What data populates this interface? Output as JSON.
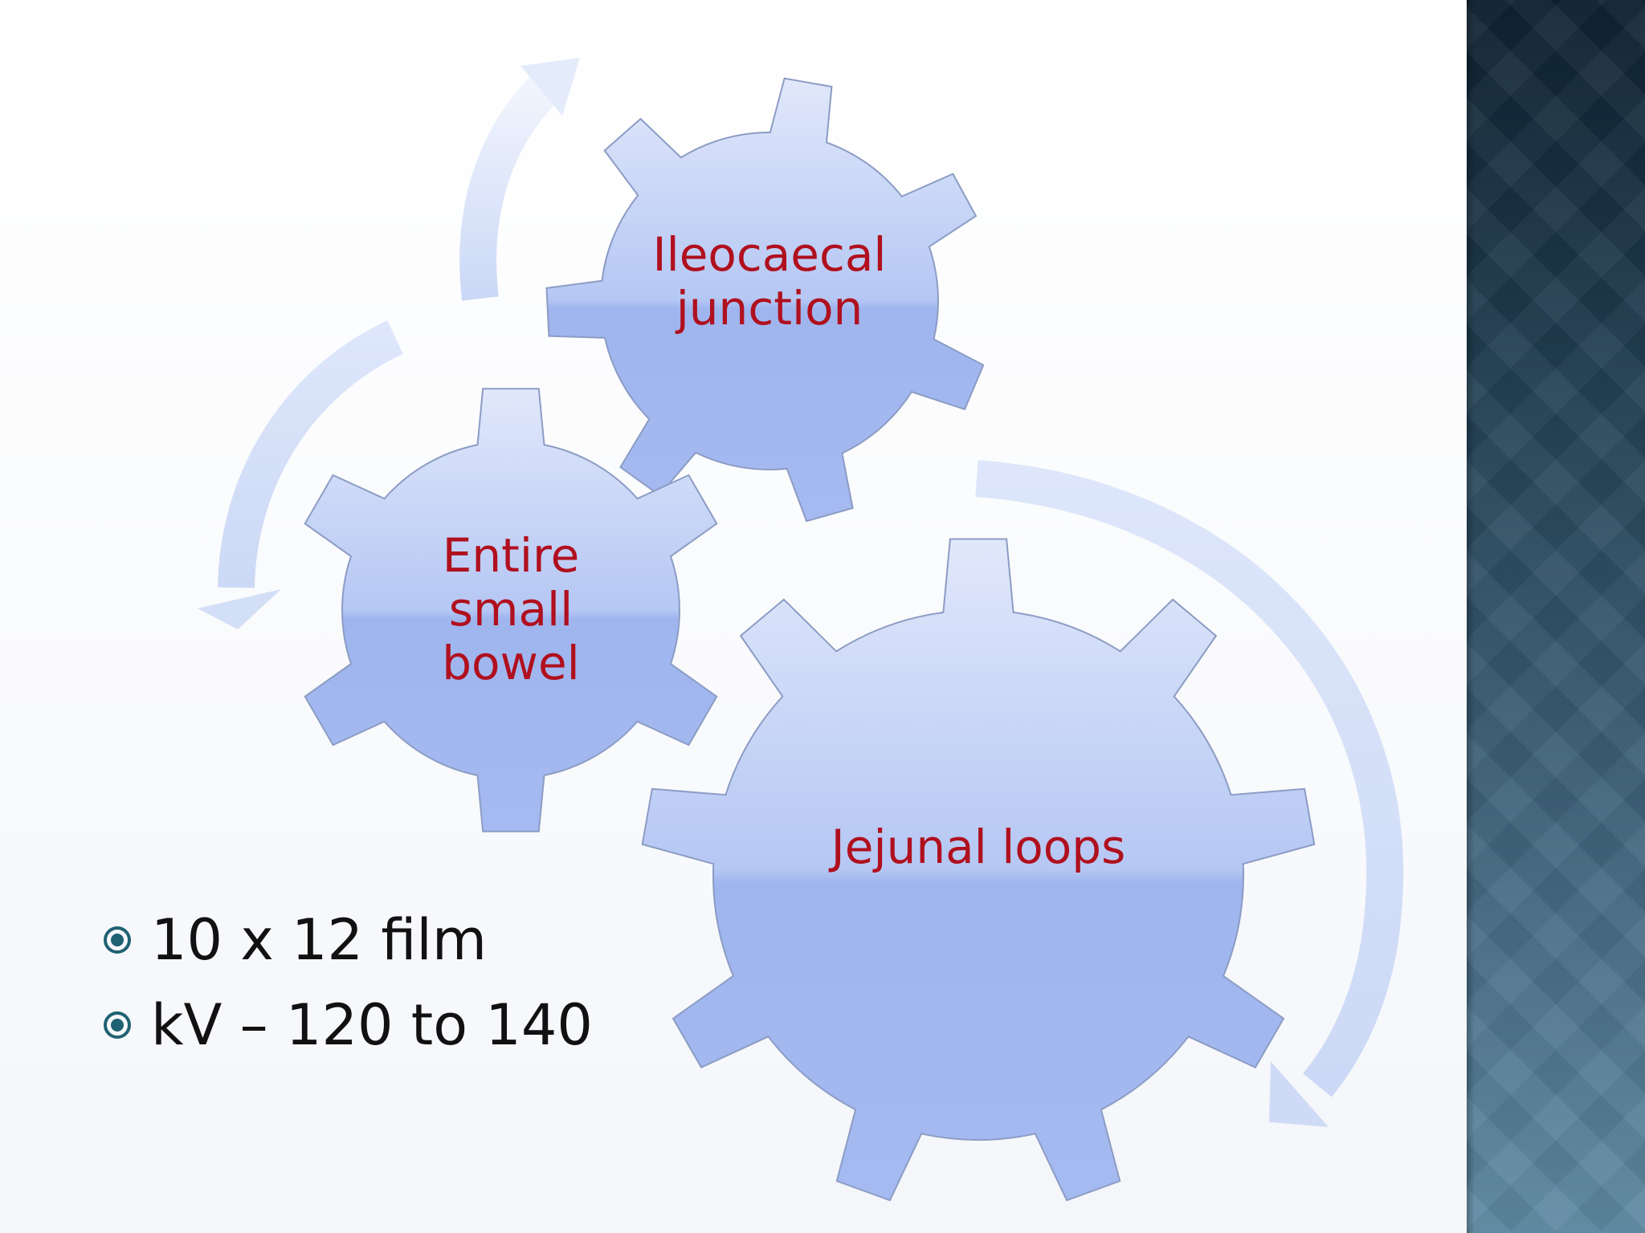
{
  "gears": [
    {
      "label_lines": [
        "Ileocaecal",
        "junction"
      ]
    },
    {
      "label_lines": [
        "Entire",
        "small",
        "bowel"
      ]
    },
    {
      "label_lines": [
        "Jejunal loops"
      ]
    }
  ],
  "bullets": [
    {
      "text": "10 x 12 film"
    },
    {
      "text": "kV – 120 to 140"
    }
  ],
  "colors": {
    "gear_fill": "#a8bcf0",
    "label_text": "#b0101e",
    "bullet_icon": "#1f6272"
  }
}
